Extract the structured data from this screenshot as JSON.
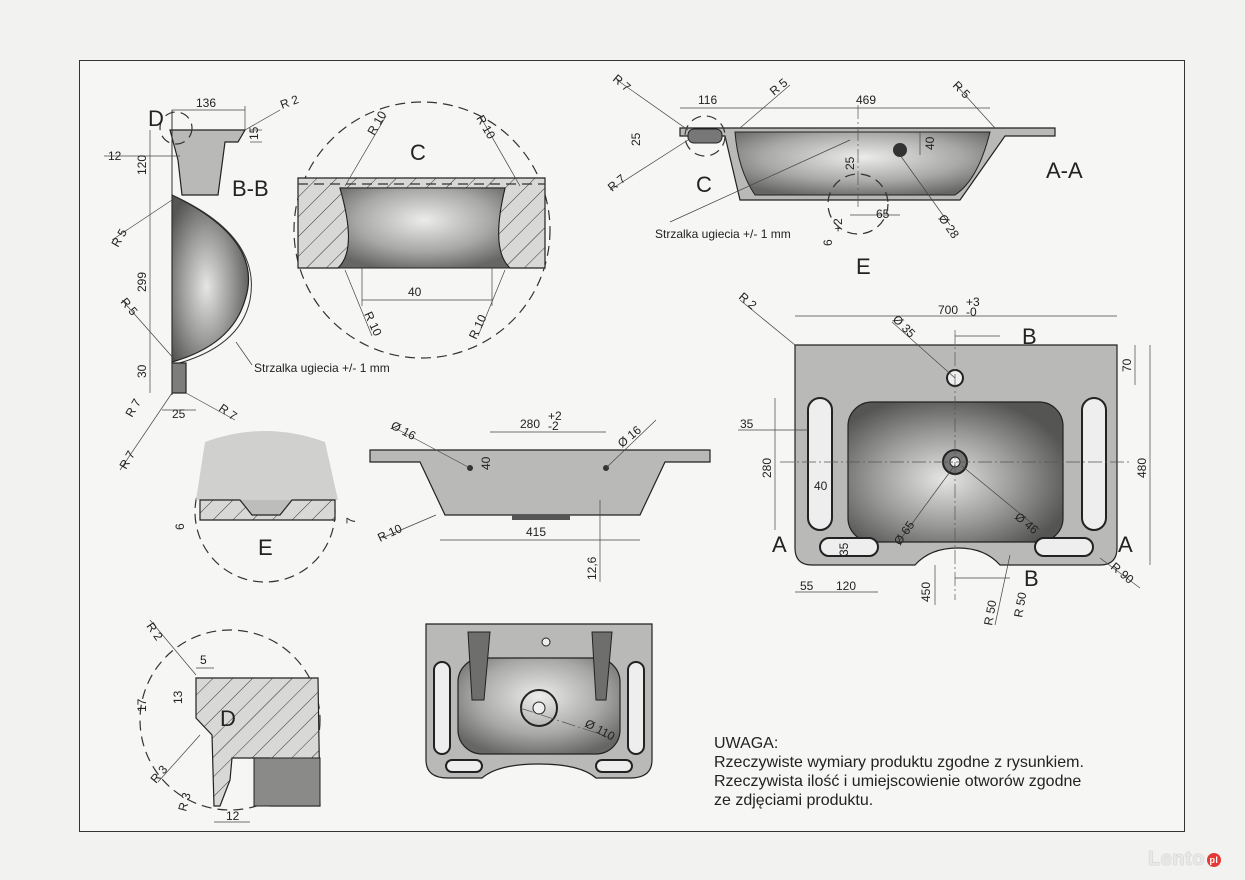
{
  "note": {
    "heading": "UWAGA:",
    "line1": "Rzeczywiste wymiary produktu zgodne z rysunkiem.",
    "line2": "Rzeczywista ilość i umiejscowienie otworów zgodne",
    "line3": "ze zdjęciami produktu."
  },
  "watermark": {
    "brand": "Lento",
    "suffix": "pl"
  },
  "views": {
    "aa": "A-A",
    "bb": "B-B",
    "c": "C",
    "d": "D",
    "e": "E",
    "a": "A",
    "b": "B"
  },
  "annotations": {
    "deflection": "Strzalka ugiecia +/- 1 mm"
  },
  "dims": {
    "d136": "136",
    "r2": "R 2",
    "d15": "15",
    "d12": "12",
    "d120": "120",
    "r5": "R 5",
    "d299": "299",
    "d30": "30",
    "r7": "R 7",
    "d25": "25",
    "r10": "R 10",
    "d40": "40",
    "d116": "116",
    "d469": "469",
    "d65": "65",
    "d6": "6",
    "tol2": "+2",
    "tol0": "-2",
    "dia28": "Ø 28",
    "d700": "700",
    "tol3": "+3",
    "tol00": "-0",
    "dia35": "Ø 35",
    "d70": "70",
    "d35": "35",
    "d280": "280",
    "d480": "480",
    "dia65": "Ø 65",
    "dia46": "Ø 46",
    "d55": "55",
    "d450": "450",
    "r50": "R 50",
    "r90": "R 90",
    "dia16": "Ø 16",
    "d415": "415",
    "d126": "12,6",
    "d7": "7",
    "d5": "5",
    "d13": "13",
    "d17": "17",
    "r3": "R 3",
    "dia110": "Ø 110"
  }
}
